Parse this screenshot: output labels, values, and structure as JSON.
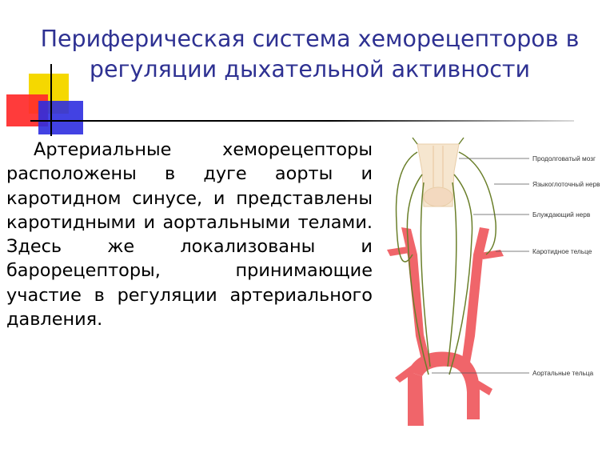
{
  "slide": {
    "title": "Периферическая система хеморецепторов в регуляции дыхательной активности",
    "body": "Артериальные хеморецепторы расположены в дуге аорты и каротидном синусе, и представлены каротидными и аортальными телами. Здесь же локализованы и барорецепторы, принимающие участие в регуляции артериального давления."
  },
  "figure": {
    "labels": {
      "medulla": "Продолговатый мозг",
      "glossopharyngeal": "Языкоглоточный нерв",
      "vagus": "Блуждающий нерв",
      "carotid_body": "Каротидное тельце",
      "aortic_bodies": "Аортальные тельца"
    },
    "colors": {
      "artery": "#f0656a",
      "nerve": "#6a7f2a",
      "spinal_cord": "#f6e6cf",
      "title": "#2e3192"
    }
  }
}
